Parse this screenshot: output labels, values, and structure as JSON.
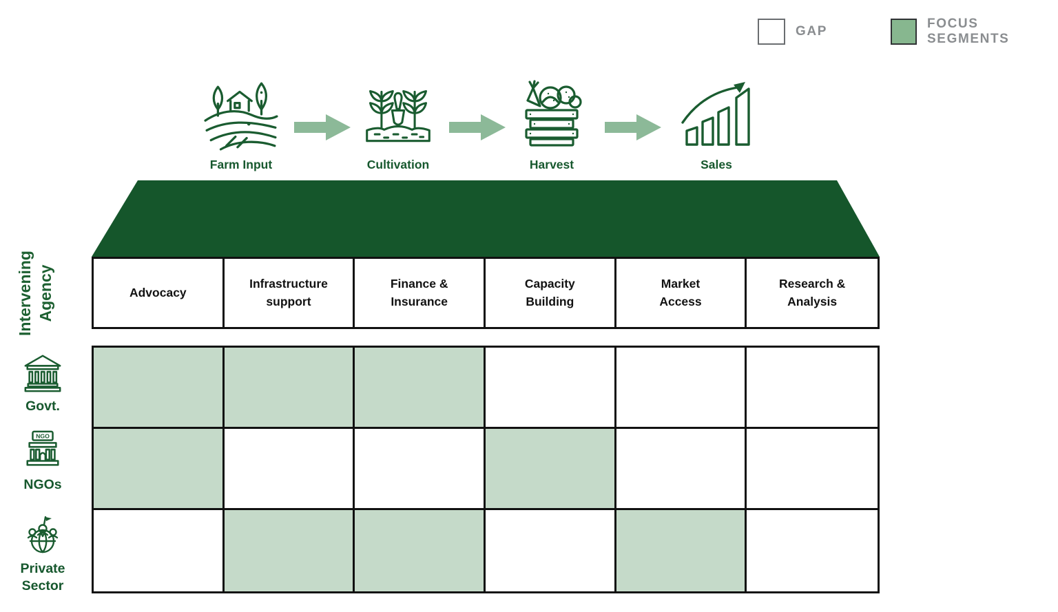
{
  "legend": {
    "gap_label": "GAP",
    "focus_label": "FOCUS SEGMENTS"
  },
  "value_chain": {
    "stages": [
      {
        "label": "Farm Input",
        "icon": "farm-input-icon"
      },
      {
        "label": "Cultivation",
        "icon": "cultivation-icon"
      },
      {
        "label": "Harvest",
        "icon": "harvest-crate-icon"
      },
      {
        "label": "Sales",
        "icon": "sales-growth-icon"
      }
    ]
  },
  "matrix": {
    "axis_title": "Intervening\nAgency",
    "columns": [
      "Advocacy",
      "Infrastructure\nsupport",
      "Finance &\nInsurance",
      "Capacity\nBuilding",
      "Market\nAccess",
      "Research &\nAnalysis"
    ],
    "rows": [
      {
        "label": "Govt.",
        "icon": "government-building-icon",
        "cells": [
          "focus",
          "focus",
          "focus",
          "gap",
          "gap",
          "gap"
        ]
      },
      {
        "label": "NGOs",
        "icon": "ngo-building-icon",
        "cells": [
          "focus",
          "gap",
          "gap",
          "focus",
          "gap",
          "gap"
        ]
      },
      {
        "label": "Private\nSector",
        "icon": "private-sector-globe-icon",
        "cells": [
          "gap",
          "focus",
          "focus",
          "gap",
          "focus",
          "gap"
        ]
      }
    ],
    "cell_legend": {
      "focus": "FOCUS SEGMENTS",
      "gap": "GAP"
    }
  },
  "colors": {
    "roof_green": "#15562b",
    "icon_green": "#1a5c30",
    "focus_cell_fill": "#c5dac9",
    "legend_focus_fill": "#87b78f",
    "arrow_green": "#8cb998",
    "border_black": "#111111",
    "legend_text_gray": "#8a8d90"
  }
}
